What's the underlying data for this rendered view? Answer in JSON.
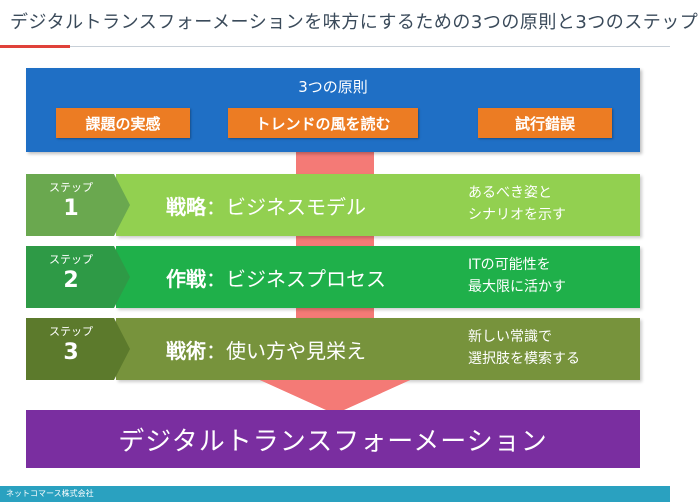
{
  "slide": {
    "title": "デジタルトランスフォーメーションを味方にするための3つの原則と3つのステップ",
    "footer": "ネットコマース株式会社"
  },
  "principles": {
    "heading": "3つの原則",
    "items": [
      "課題の実感",
      "トレンドの風を読む",
      "試行錯誤"
    ]
  },
  "steps": [
    {
      "label": "ステップ",
      "number": "1",
      "keyword": "戦略",
      "separator": "：",
      "title": "ビジネスモデル",
      "desc_line1": "あるべき姿と",
      "desc_line2": "シナリオを示す",
      "label_color": "#6aa84f",
      "bar_color": "#92d050"
    },
    {
      "label": "ステップ",
      "number": "2",
      "keyword": "作戦",
      "separator": "：",
      "title": "ビジネスプロセス",
      "desc_line1": "ITの可能性を",
      "desc_line2": "最大限に活かす",
      "label_color": "#2e9a46",
      "bar_color": "#1fb04a"
    },
    {
      "label": "ステップ",
      "number": "3",
      "keyword": "戦術",
      "separator": "：",
      "title": "使い方や見栄え",
      "desc_line1": "新しい常識で",
      "desc_line2": "選択肢を模索する",
      "label_color": "#5c7a2c",
      "bar_color": "#77933c"
    }
  ],
  "result": {
    "label": "デジタルトランスフォーメーション"
  },
  "colors": {
    "principles_bg": "#1f6fc5",
    "principle_button": "#ec7c23",
    "arrow": "#f47a76",
    "result_bg": "#7a2ea0",
    "footer": "#2aa1c0"
  }
}
